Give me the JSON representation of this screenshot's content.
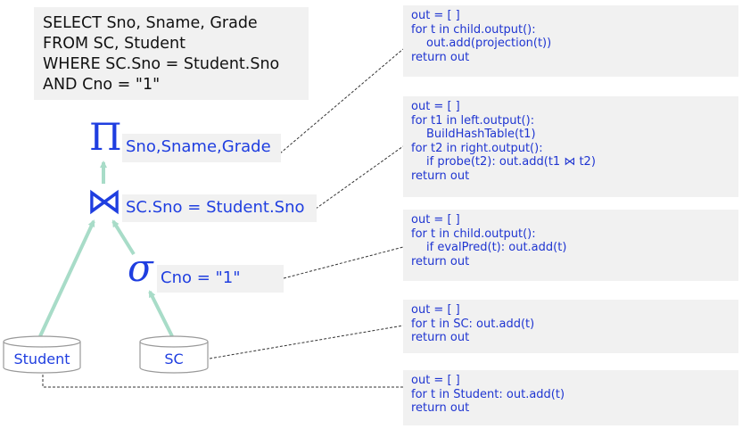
{
  "sql": [
    "SELECT Sno, Sname, Grade",
    "FROM SC, Student",
    "WHERE SC.Sno = Student.Sno",
    "AND Cno = \"1\""
  ],
  "operators": {
    "projection": {
      "symbol": "Π",
      "label": "Sno,Sname,Grade"
    },
    "join": {
      "symbol": "⋈",
      "label": "SC.Sno = Student.Sno"
    },
    "selection": {
      "symbol": "σ",
      "label": "Cno = \"1\""
    }
  },
  "tables": {
    "student": "Student",
    "sc": "SC"
  },
  "code_blocks": {
    "projection": [
      "out = [ ]",
      "for t in child.output():",
      "out.add(projection(t))",
      "return out"
    ],
    "join": [
      "out = [ ]",
      "for t1 in left.output():",
      "BuildHashTable(t1)",
      "for t2 in right.output():",
      "if probe(t2): out.add(t1 ⋈ t2)",
      "return out"
    ],
    "selection": [
      "out = [ ]",
      "for t in child.output():",
      "if evalPred(t): out.add(t)",
      "return out"
    ],
    "scan_sc": [
      "out = [ ]",
      "for t in SC: out.add(t)",
      "return out"
    ],
    "scan_student": [
      "out = [ ]",
      "for t in Student: out.add(t)",
      "return out"
    ]
  },
  "colors": {
    "accent": "#1f3ee0",
    "edge": "#a8dcc8",
    "box": "#f1f1f1"
  }
}
